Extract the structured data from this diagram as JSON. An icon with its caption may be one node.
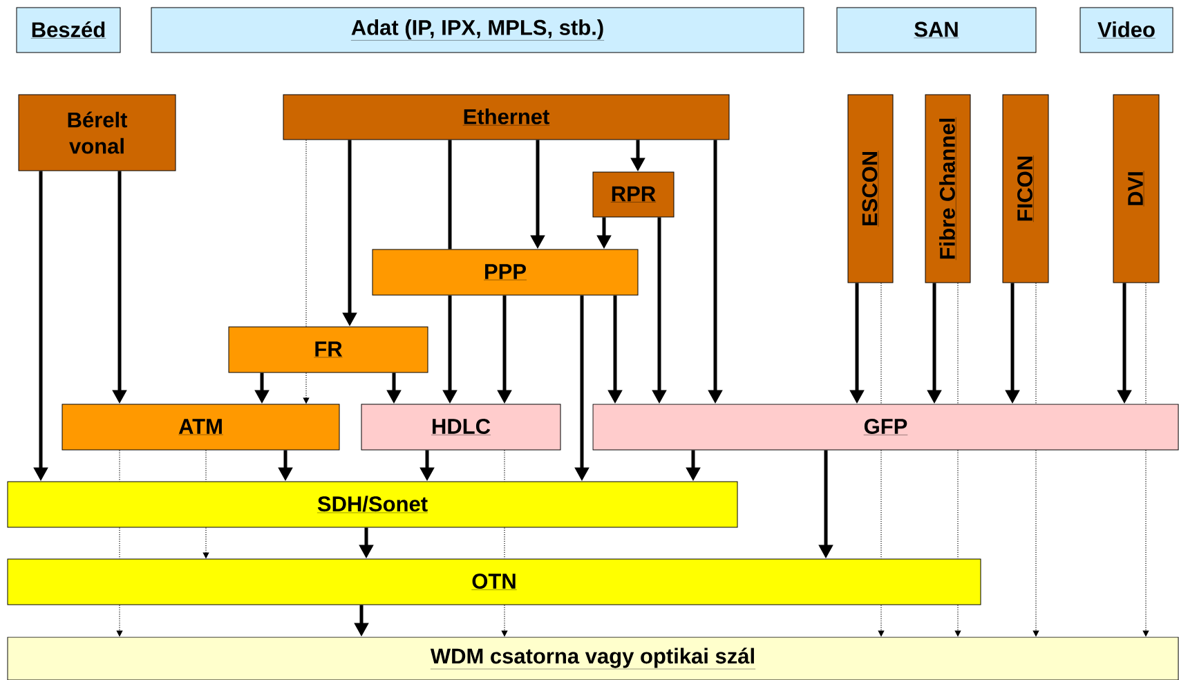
{
  "diagram": {
    "nodes": [
      {
        "text": [
          "Beszéd"
        ]
      },
      {
        "text": [
          "Adat (IP, IPX, MPLS, stb.)"
        ]
      },
      {
        "text": [
          "SAN"
        ]
      },
      {
        "text": [
          "Video"
        ]
      },
      {
        "text": [
          "Bérelt vonal"
        ]
      },
      {
        "text": [
          "Ethernet"
        ]
      },
      {
        "text": [
          "ESCON"
        ]
      },
      {
        "text": [
          "Fibre Channel"
        ]
      },
      {
        "text": [
          "FICON"
        ]
      },
      {
        "text": [
          "DVI"
        ]
      },
      {
        "text": [
          "RPR"
        ]
      },
      {
        "text": [
          "PPP"
        ]
      },
      {
        "text": [
          "FR"
        ]
      },
      {
        "text": [
          "ATM"
        ]
      },
      {
        "text": [
          "HDLC"
        ]
      },
      {
        "text": [
          "GFP"
        ]
      },
      {
        "text": [
          "SDH/Sonet"
        ]
      },
      {
        "text": [
          "OTN"
        ]
      },
      {
        "text": [
          "WDM csatorna vagy optikai szál"
        ]
      }
    ],
    "edges": [
      {
        "from": 4,
        "to": 16,
        "arrow": "to"
      },
      {
        "from": 4,
        "to": 13,
        "arrow": "to"
      },
      {
        "from": 5,
        "to": 12,
        "arrow": "none",
        "style": "dashed"
      },
      {
        "from": 12,
        "to": 13,
        "arrow": "to",
        "style": "dashed"
      },
      {
        "from": 5,
        "to": 12,
        "arrow": "to"
      },
      {
        "from": 5,
        "to": 11,
        "arrow": "none"
      },
      {
        "from": 11,
        "to": 14,
        "arrow": "to"
      },
      {
        "from": 5,
        "to": 11,
        "arrow": "to"
      },
      {
        "from": 5,
        "to": 10,
        "arrow": "to"
      },
      {
        "from": 5,
        "to": 15,
        "arrow": "to"
      },
      {
        "from": 10,
        "to": 11,
        "arrow": "to"
      },
      {
        "from": 10,
        "to": 15,
        "arrow": "to"
      },
      {
        "from": 11,
        "to": 14,
        "arrow": "to"
      },
      {
        "from": 11,
        "to": 16,
        "arrow": "to"
      },
      {
        "from": 11,
        "to": 15,
        "arrow": "to"
      },
      {
        "from": 12,
        "to": 13,
        "arrow": "to"
      },
      {
        "from": 12,
        "to": 14,
        "arrow": "to"
      },
      {
        "from": 13,
        "to": 16,
        "arrow": "to"
      },
      {
        "from": 13,
        "to": 16,
        "arrow": "none",
        "style": "dashed"
      },
      {
        "from": 16,
        "to": 17,
        "arrow": "none",
        "style": "dashed"
      },
      {
        "from": 17,
        "to": 18,
        "arrow": "to",
        "style": "dashed"
      },
      {
        "from": 13,
        "to": 16,
        "arrow": "none",
        "style": "dashed"
      },
      {
        "from": 16,
        "to": 17,
        "arrow": "to",
        "style": "dashed"
      },
      {
        "from": 14,
        "to": 16,
        "arrow": "to"
      },
      {
        "from": 14,
        "to": 16,
        "arrow": "none",
        "style": "dashed"
      },
      {
        "from": 16,
        "to": 17,
        "arrow": "none",
        "style": "dashed"
      },
      {
        "from": 17,
        "to": 18,
        "arrow": "to",
        "style": "dashed"
      },
      {
        "from": 15,
        "to": 16,
        "arrow": "to"
      },
      {
        "from": 15,
        "to": 17,
        "arrow": "to"
      },
      {
        "from": 16,
        "to": 17,
        "arrow": "to"
      },
      {
        "from": 17,
        "to": 18,
        "arrow": "to"
      },
      {
        "from": 6,
        "to": 15,
        "arrow": "to"
      },
      {
        "from": 7,
        "to": 15,
        "arrow": "to"
      },
      {
        "from": 8,
        "to": 15,
        "arrow": "to"
      },
      {
        "from": 9,
        "to": 15,
        "arrow": "to"
      },
      {
        "from": 6,
        "to": 15,
        "arrow": "none",
        "style": "dashed"
      },
      {
        "from": 7,
        "to": 15,
        "arrow": "none",
        "style": "dashed"
      },
      {
        "from": 8,
        "to": 15,
        "arrow": "none",
        "style": "dashed"
      },
      {
        "from": 9,
        "to": 15,
        "arrow": "none",
        "style": "dashed"
      },
      {
        "from": 15,
        "to": 17,
        "arrow": "none",
        "style": "dashed"
      },
      {
        "from": 15,
        "to": 17,
        "arrow": "none",
        "style": "dashed"
      },
      {
        "from": 15,
        "to": 18,
        "arrow": "to",
        "style": "dashed"
      },
      {
        "from": 15,
        "to": 18,
        "arrow": "to",
        "style": "dashed"
      },
      {
        "from": 17,
        "to": 18,
        "arrow": "to",
        "style": "dashed"
      },
      {
        "from": 17,
        "to": 18,
        "arrow": "to",
        "style": "dashed"
      }
    ]
  }
}
